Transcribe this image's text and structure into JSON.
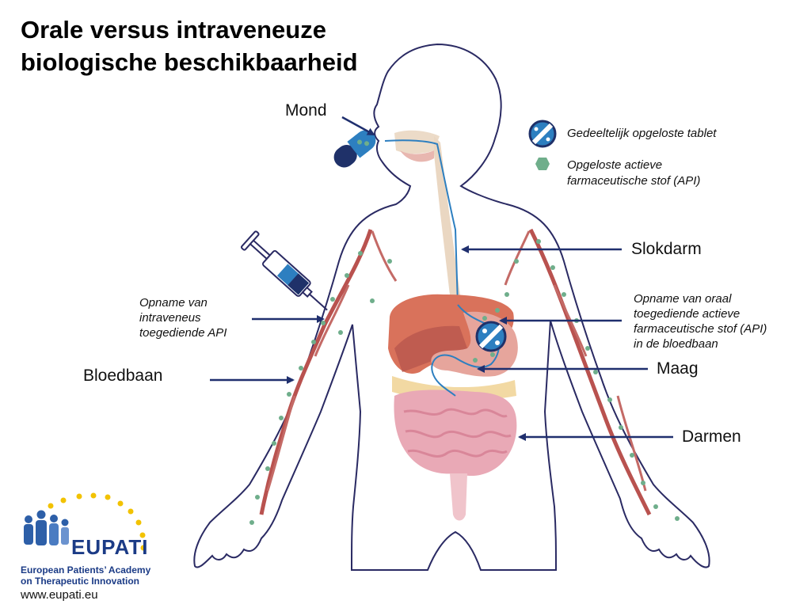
{
  "title": {
    "line1": "Orale versus intraveneuze",
    "line2": "biologische beschikbaarheid"
  },
  "labels": {
    "mond": "Mond",
    "slokdarm": "Slokdarm",
    "maag": "Maag",
    "darmen": "Darmen",
    "bloedbaan": "Bloedbaan",
    "iv_absorption": [
      "Opname van",
      "intraveneus",
      "toegediende API"
    ],
    "oral_absorption": [
      "Opname van oraal",
      "toegediende actieve",
      "farmaceutische stof (API)",
      "in de bloedbaan"
    ]
  },
  "legend": {
    "tablet": "Gedeeltelijk opgeloste tablet",
    "api_line1": "Opgeloste actieve",
    "api_line2": "farmaceutische stof (API)"
  },
  "brand": {
    "name": "EUPATI",
    "sub1": "European Patients’ Academy",
    "sub2": "on Therapeutic Innovation",
    "web": "www.eupati.eu"
  },
  "colors": {
    "outline": "#2a2a63",
    "arrow": "#1f2f6e",
    "vessel": "#b9524f",
    "api_dot": "#6fae8b",
    "tablet_blue": "#2d7fc0",
    "tablet_dark": "#1f3169",
    "liver": "#d9725b",
    "stomach": "#e6a59c",
    "intestine": "#e9a9b6",
    "esophagus": "#ead7c2",
    "fat": "#f2d9a3",
    "brand_blue": "#1b3b86",
    "star": "#f2c200"
  }
}
